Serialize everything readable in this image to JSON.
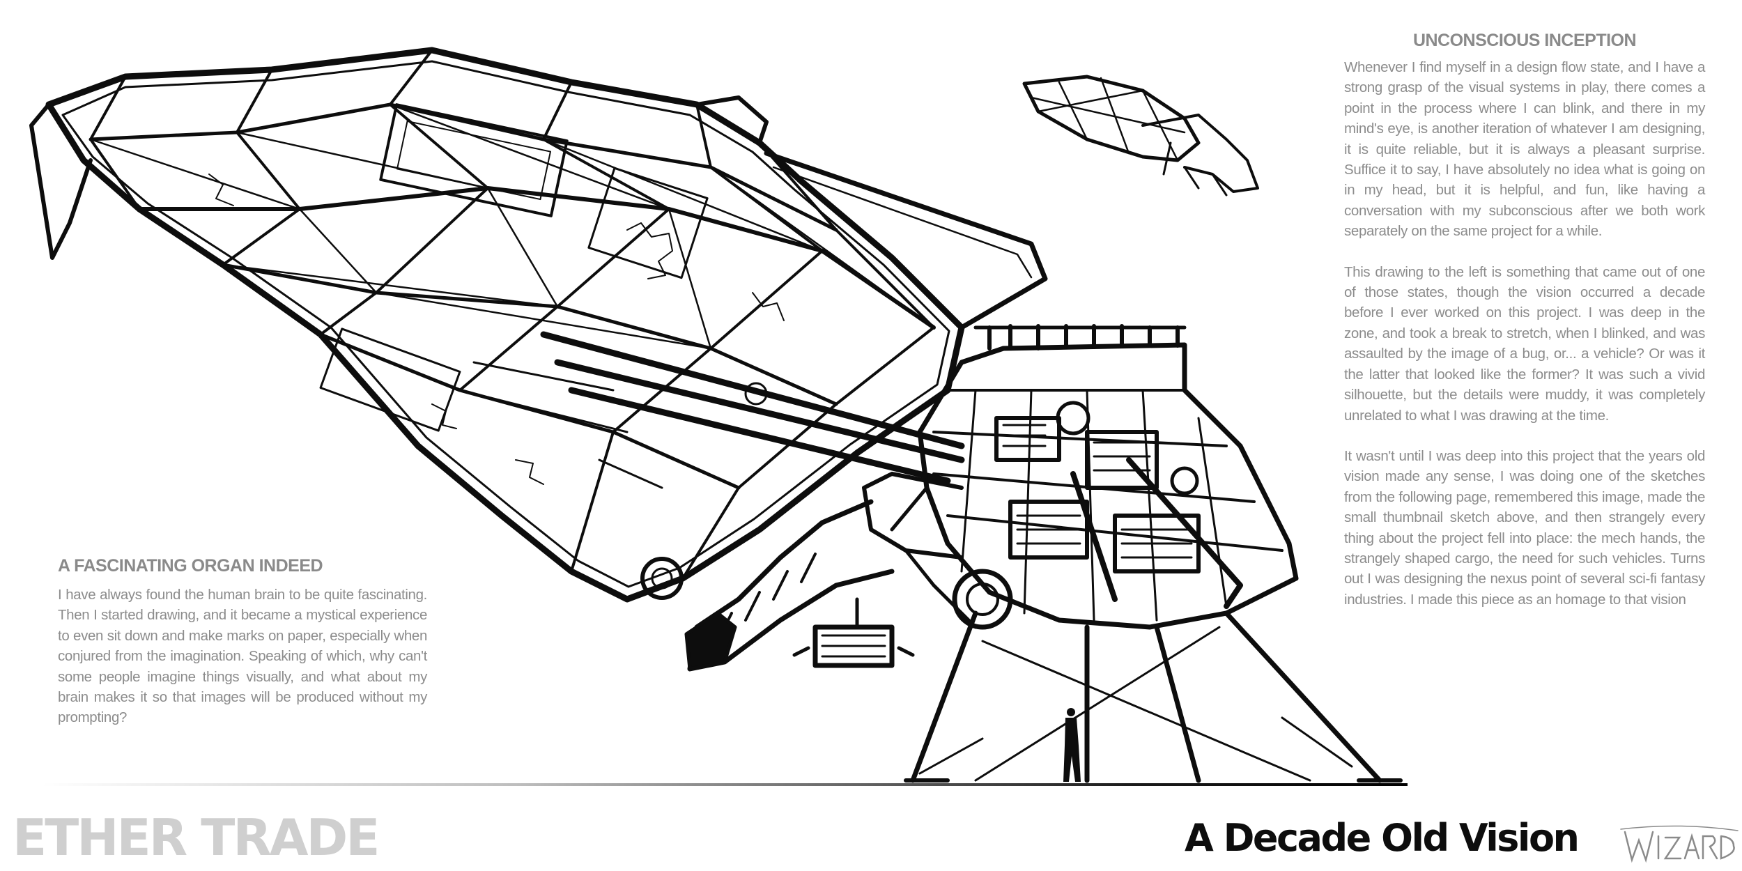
{
  "right_block": {
    "heading": "UNCONSCIOUS INCEPTION",
    "paragraphs": [
      "Whenever I find myself in a design flow state, and I have a strong grasp of the visual systems in play, there comes a point in the process where I can blink, and there in my mind's eye, is another iteration of whatever I am designing, it is quite reliable, but it is always a  pleasant surprise. Suffice it to say, I have absolutely no idea what is going on in my head, but it is helpful, and fun, like having a conversation with my subconscious after we both work separately on the same project for a while.",
      "This drawing to the left is something that came out of one of those states, though the vision occurred a decade before I ever worked on this project. I was deep in the zone, and took a break to stretch, when I blinked, and was assaulted by the image of a bug, or... a vehicle? Or was it the latter that looked like the former? It was such a vivid silhouette, but the details were muddy, it was completely unrelated to what I was drawing at the time.",
      "It wasn't until I was deep into this project that the years old vision made any sense,  I was doing one of the sketches from the following page, remembered this image, made the small thumbnail sketch above, and then strangely every thing about the project fell into place: the mech hands, the strangely shaped cargo, the need for such vehicles. Turns out I was designing the nexus point of several sci-fi fantasy industries. I made this piece as an homage to that vision"
    ]
  },
  "left_block": {
    "heading": "A FASCINATING ORGAN INDEED",
    "paragraph": "I have always found the human brain to be quite fascinating. Then I started drawing, and it became a mystical experience to even sit down and make marks on paper, especially when conjured from the imagination. Speaking of which, why can't some people imagine things visually, and what about my brain makes it so that images will be produced without my prompting?"
  },
  "footer": {
    "brand": "ETHER TRADE",
    "title": "A Decade Old Vision",
    "signature": "WIZARD"
  },
  "colors": {
    "body_text": "#8c8c8c",
    "brand_text": "#cfcfcf",
    "ink": "#0d0d0d"
  }
}
